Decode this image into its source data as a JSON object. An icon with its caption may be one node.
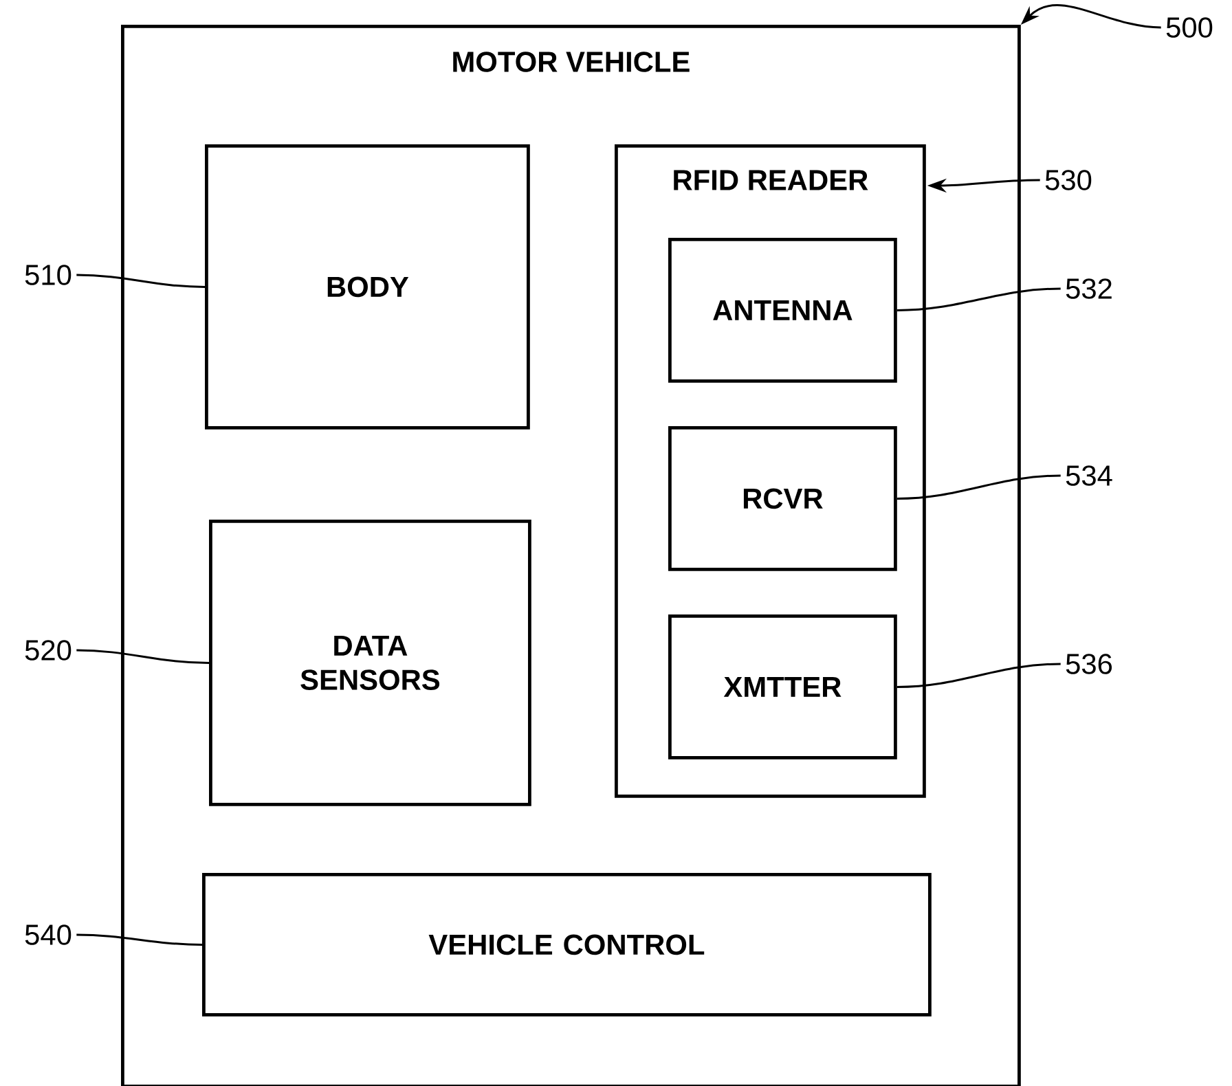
{
  "diagram": {
    "nodes": [
      {
        "text": [
          "MOTOR VEHICLE"
        ]
      },
      {
        "text": [
          "BODY"
        ],
        "in": 0
      },
      {
        "text": [
          "DATA SENSORS"
        ],
        "in": 0
      },
      {
        "text": [
          "RFID READER"
        ],
        "in": 0
      },
      {
        "text": [
          "ANTENNA"
        ],
        "in": 3
      },
      {
        "text": [
          "RCVR"
        ],
        "in": 3
      },
      {
        "text": [
          "XMTTER"
        ],
        "in": 3
      },
      {
        "text": [
          "VEHICLE CONTROL"
        ],
        "in": 0
      },
      {
        "text": [
          "500"
        ]
      },
      {
        "text": [
          "510"
        ]
      },
      {
        "text": [
          "520"
        ]
      },
      {
        "text": [
          "530"
        ]
      },
      {
        "text": [
          "532"
        ]
      },
      {
        "text": [
          "534"
        ]
      },
      {
        "text": [
          "536"
        ]
      },
      {
        "text": [
          "540"
        ]
      }
    ],
    "edges": [
      {
        "from": 8,
        "to": 0,
        "arrow": "to"
      },
      {
        "from": 9,
        "to": 1,
        "arrow": "none"
      },
      {
        "from": 10,
        "to": 2,
        "arrow": "none"
      },
      {
        "from": 11,
        "to": 3,
        "arrow": "to"
      },
      {
        "from": 12,
        "to": 4,
        "arrow": "none"
      },
      {
        "from": 13,
        "to": 5,
        "arrow": "none"
      },
      {
        "from": 14,
        "to": 6,
        "arrow": "none"
      },
      {
        "from": 15,
        "to": 7,
        "arrow": "none"
      }
    ]
  }
}
